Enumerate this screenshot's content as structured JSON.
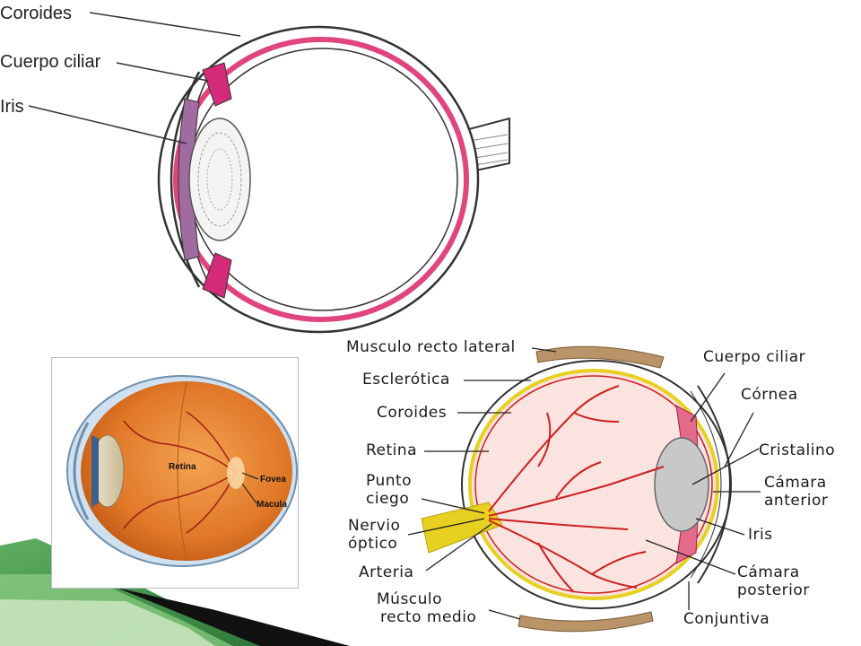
{
  "top_diagram": {
    "labels": {
      "coroides": "Coroides",
      "cuerpo_ciliar": "Cuerpo ciliar",
      "iris": "Iris"
    }
  },
  "inset_photo": {
    "labels": {
      "retina": "Retina",
      "fovea": "Fovea",
      "macula": "Macula"
    }
  },
  "bottom_diagram": {
    "left_labels": {
      "musculo_recto_lateral": "Musculo recto lateral",
      "esclerotica": "Esclerótica",
      "coroides": "Coroides",
      "retina": "Retina",
      "punto_ciego_1": "Punto",
      "punto_ciego_2": "ciego",
      "nervio_optico_1": "Nervio",
      "nervio_optico_2": "óptico",
      "arteria": "Arteria",
      "musculo_recto_medio_1": "Músculo",
      "musculo_recto_medio_2": "recto medio"
    },
    "right_labels": {
      "cuerpo_ciliar": "Cuerpo ciliar",
      "cornea": "Córnea",
      "cristalino": "Cristalino",
      "camara_anterior_1": "Cámara",
      "camara_anterior_2": "anterior",
      "iris": "Iris",
      "camara_posterior_1": "Cámara",
      "camara_posterior_2": "posterior",
      "conjuntiva": "Conjuntiva"
    }
  },
  "colors": {
    "choroid_pink": "#e0457f",
    "ciliar_magenta": "#d42a7a",
    "vessel_red": "#cc2020",
    "retina_yellow": "#e8d020",
    "eye_fill_pink": "#fbe3df",
    "muscle_tan": "#b89468",
    "lens_gray": "#c8c8c8",
    "accent_green": "#3d8a45"
  }
}
